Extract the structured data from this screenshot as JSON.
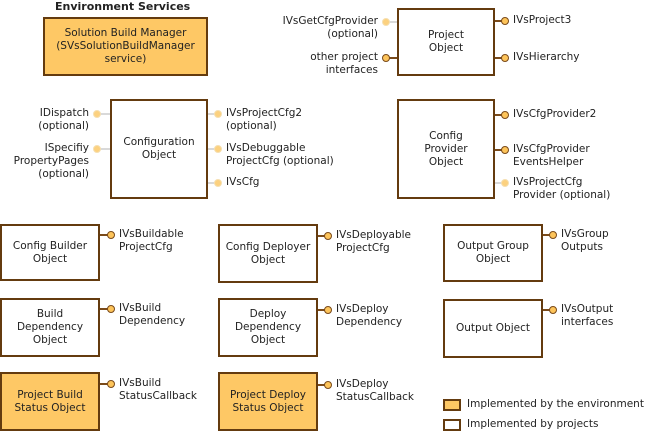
{
  "title": "Environment Services",
  "boxes": {
    "sbm": "Solution Build Manager\n(SVsSolutionBuildManager\nservice)",
    "project": "Project\nObject",
    "config": "Configuration\nObject",
    "cfgprovider": "Config\nProvider\nObject",
    "builder": "Config Builder\nObject",
    "deployer": "Config Deployer\nObject",
    "outgroup": "Output Group\nObject",
    "builddep": "Build\nDependency\nObject",
    "deploydep": "Deploy\nDependency\nObject",
    "output": "Output Object",
    "buildstatus": "Project Build\nStatus Object",
    "deploystatus": "Project Deploy\nStatus Object"
  },
  "interfaces": {
    "getcfg": "IVsGetCfgProvider\n(optional)",
    "otherproj": "other project\ninterfaces",
    "proj3": "IVsProject3",
    "hier": "IVsHierarchy",
    "idispatch": "IDispatch\n(optional)",
    "ispecify": "ISpecifiy\nPropertyPages\n(optional)",
    "projcfg2": "IVsProjectCfg2\n(optional)",
    "debug": "IVsDebuggable\nProjectCfg (optional)",
    "cfg": "IVsCfg",
    "cfgprov2": "IVsCfgProvider2",
    "cfgprovev": "IVsCfgProvider\nEventsHelper",
    "projcfgprov": "IVsProjectCfg\nProvider (optional)",
    "buildable": "IVsBuildable\nProjectCfg",
    "deployable": "IVsDeployable\nProjectCfg",
    "group": "IVsGroup\nOutputs",
    "builddep": "IVsBuild\nDependency",
    "deploydep": "IVsDeploy\nDependency",
    "output": "IVsOutput\ninterfaces",
    "buildcb": "IVsBuild\nStatusCallback",
    "deploycb": "IVsDeploy\nStatusCallback"
  },
  "legend": {
    "env": "Implemented by the environment",
    "proj": "Implemented by projects"
  },
  "colors": {
    "environment_fill": "#fec865",
    "border": "#643b0f"
  }
}
